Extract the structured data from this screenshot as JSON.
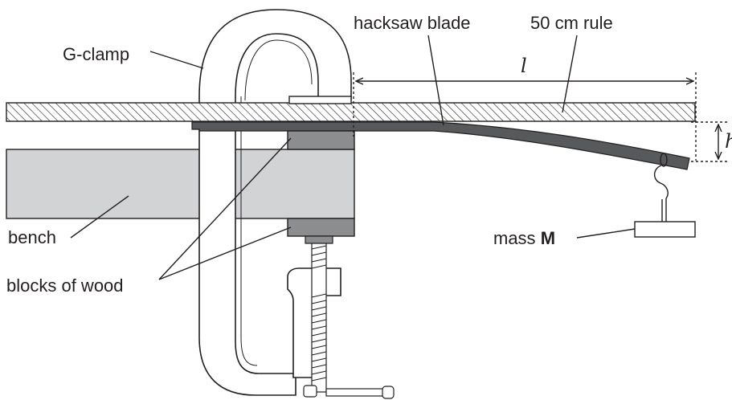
{
  "labels": {
    "g_clamp": "G-clamp",
    "hacksaw_blade": "hacksaw blade",
    "rule": "50 cm rule",
    "length_symbol": "l",
    "deflection_symbol": "h",
    "bench": "bench",
    "blocks": "blocks of wood",
    "mass_prefix": "mass ",
    "mass_symbol": "M"
  },
  "colors": {
    "ink": "#231f20",
    "bench_fill": "#d2d3d4",
    "wood_fill": "#8c8d8f",
    "blade_fill": "#58595b",
    "background": "#ffffff"
  }
}
